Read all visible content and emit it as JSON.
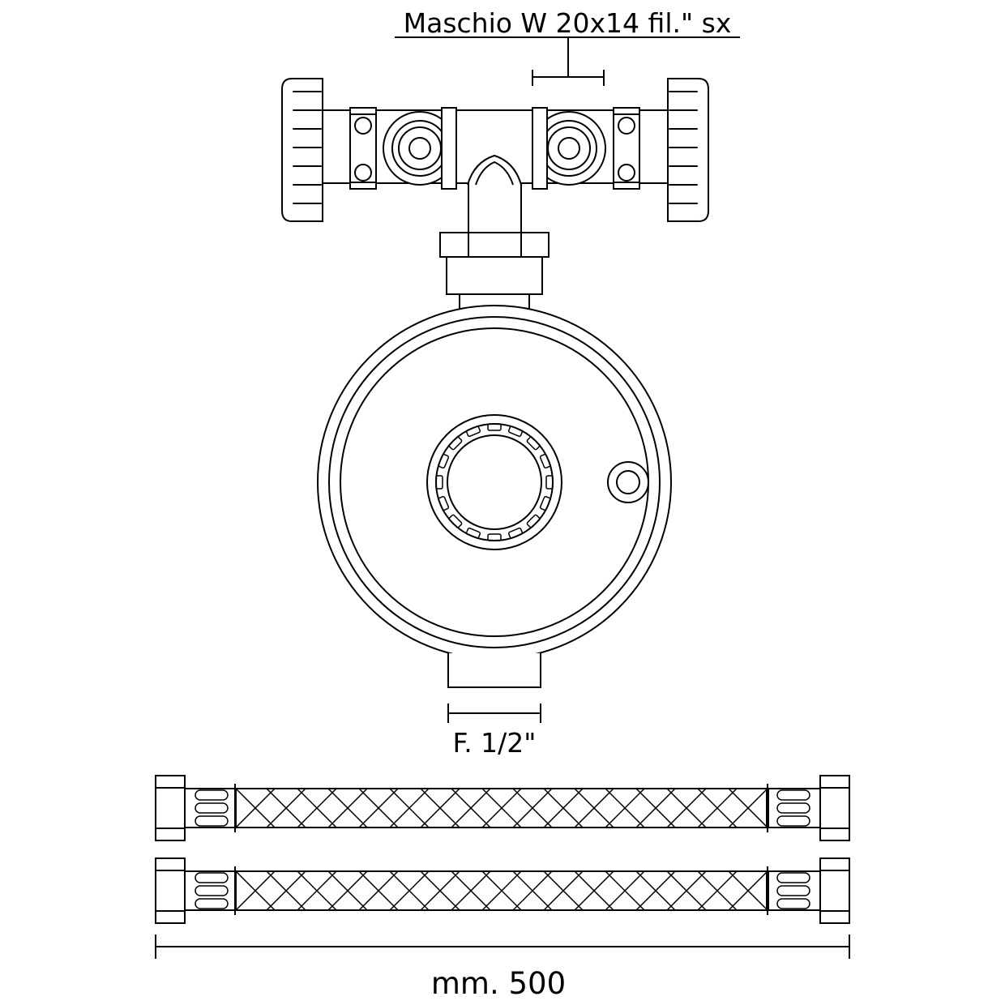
{
  "diagram": {
    "title": "Maschio W 20x14 fil.\" sx",
    "inlet_label": "F. 1/2\"",
    "length_label": "mm. 500",
    "stroke_color": "#000000",
    "background_color": "#ffffff"
  }
}
